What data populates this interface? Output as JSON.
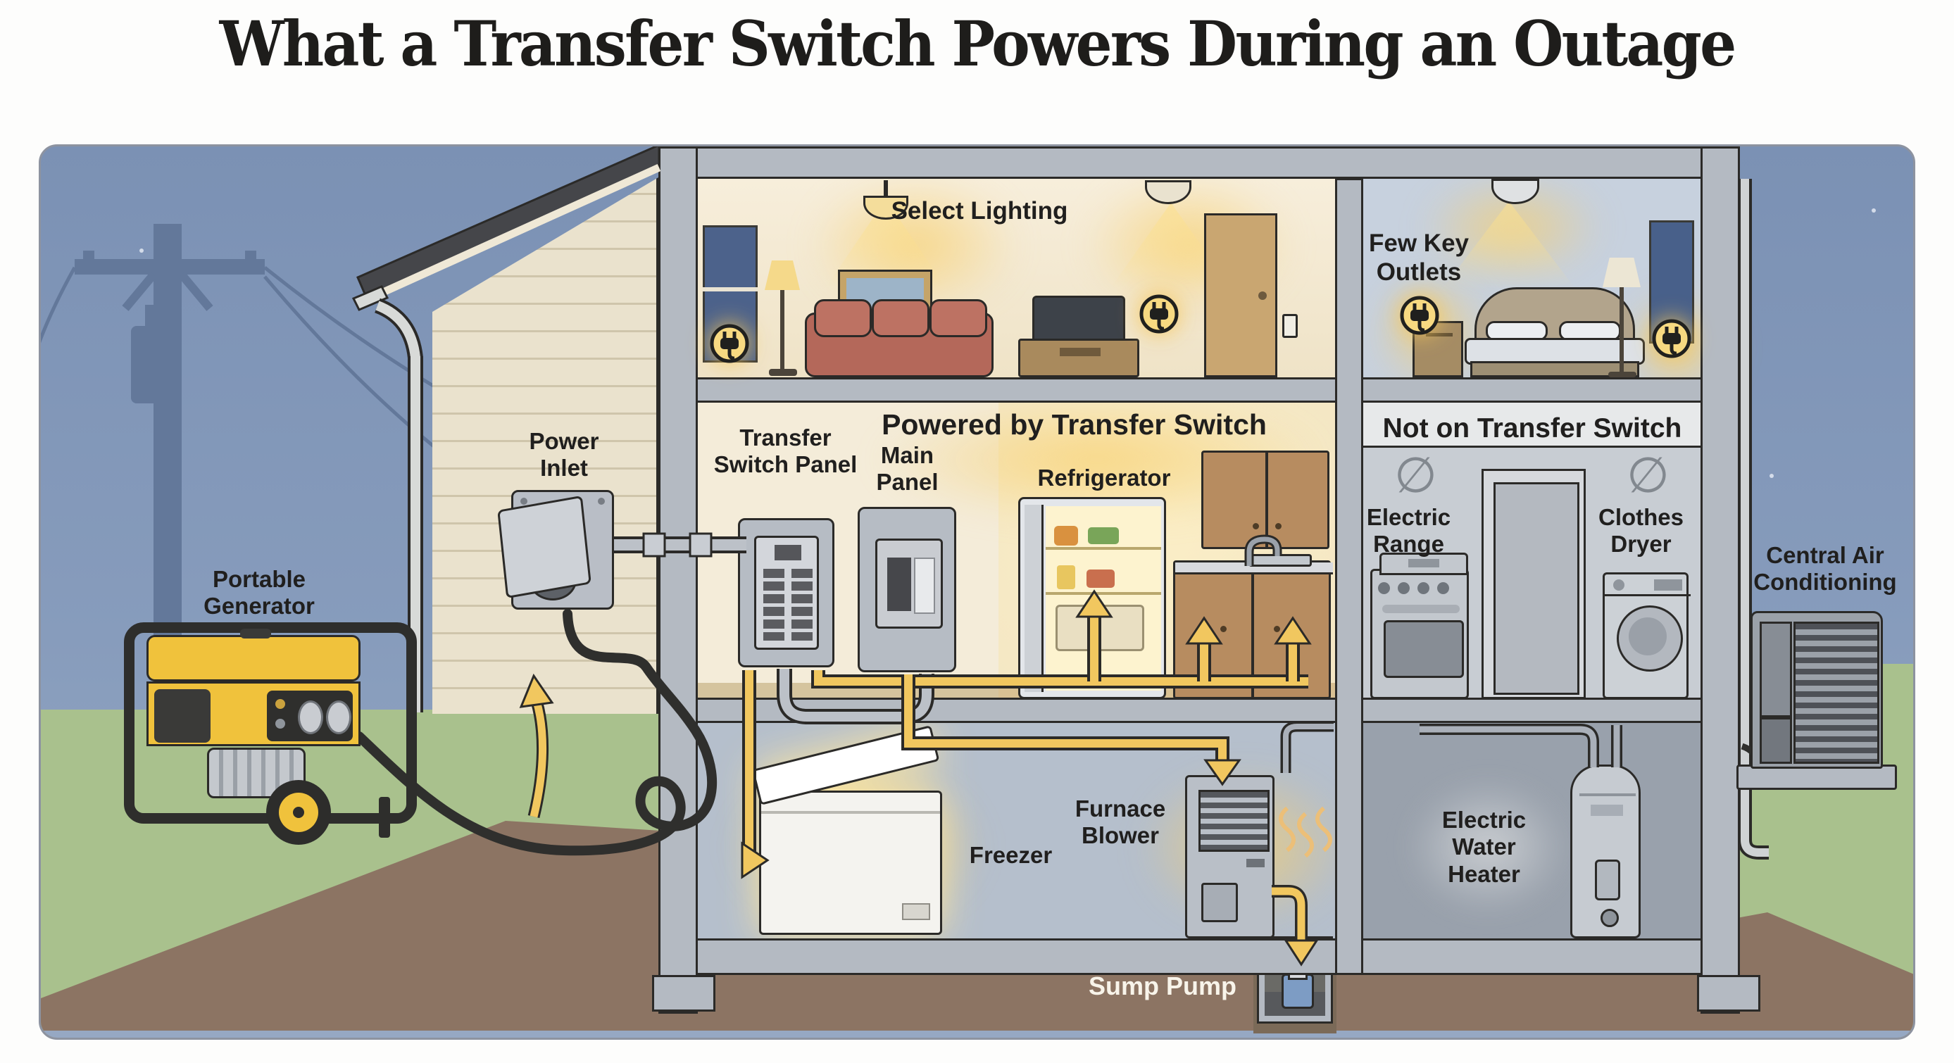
{
  "title": "What a Transfer Switch Powers During an Outage",
  "palette": {
    "powered_accent": "#F1C75F",
    "warm_glow": "#FBE7B2",
    "unpowered_grey": "#C8CDD3",
    "sky": "#7E93B5",
    "grass": "#A9C18D",
    "soil": "#8C7463"
  },
  "outside": {
    "portable_generator_label": "Portable Generator",
    "power_inlet_label": "Power Inlet",
    "central_air_label": "Central Air Conditioning"
  },
  "upper_floor": {
    "select_lighting_label": "Select Lighting",
    "few_key_outlets_label": "Few Key Outlets"
  },
  "main_floor": {
    "transfer_switch_panel_label": "Transfer Switch Panel",
    "main_panel_label": "Main Panel",
    "powered_header": "Powered by Transfer Switch",
    "refrigerator_label": "Refrigerator",
    "not_powered_header": "Not on Transfer Switch",
    "electric_range_label": "Electric Range",
    "clothes_dryer_label": "Clothes Dryer",
    "no_symbol": "∅"
  },
  "basement": {
    "freezer_label": "Freezer",
    "furnace_blower_label": "Furnace Blower",
    "sump_pump_label": "Sump Pump",
    "electric_water_heater_label": "Electric Water Heater"
  }
}
